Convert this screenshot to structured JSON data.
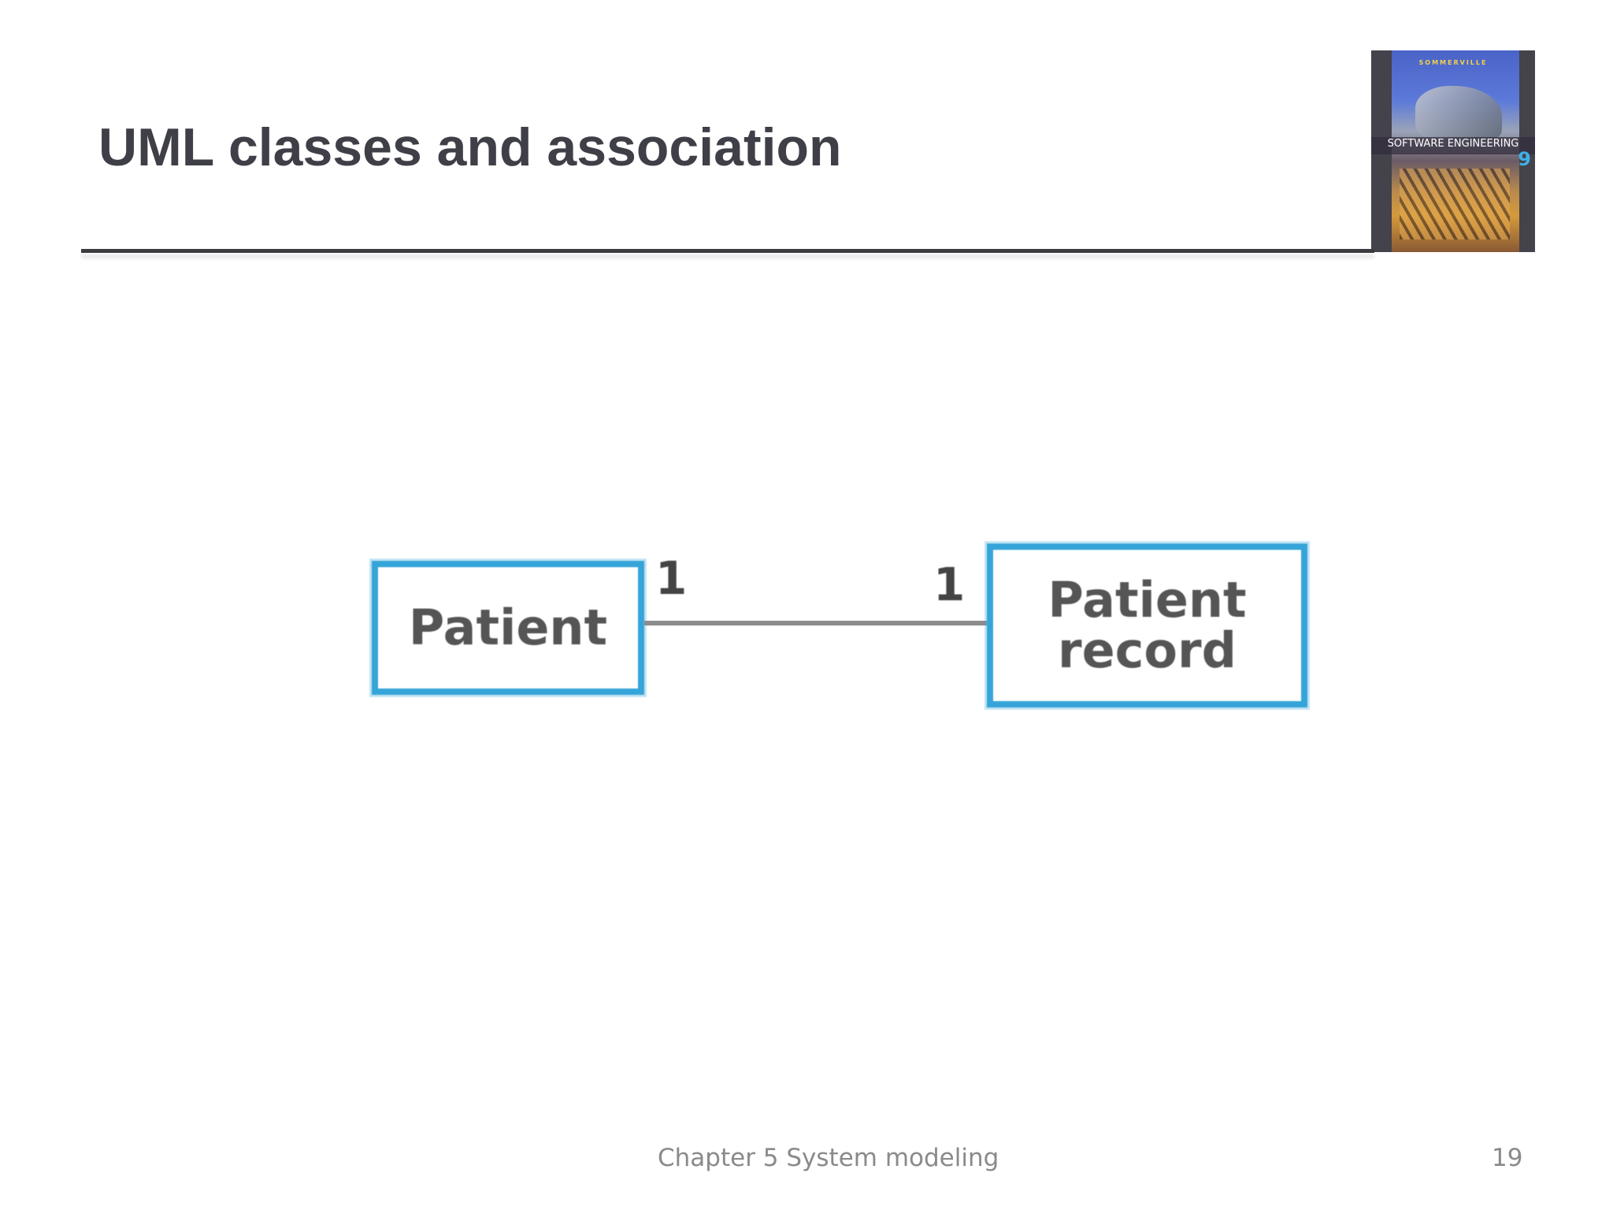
{
  "slide": {
    "title": "UML classes and association"
  },
  "book_cover": {
    "author": "SOMMERVILLE",
    "title": "SOFTWARE ENGINEERING",
    "edition": "9"
  },
  "diagram": {
    "classes": [
      {
        "id": "patient",
        "name": "Patient"
      },
      {
        "id": "patient_record",
        "name": "Patient\nrecord"
      }
    ],
    "association": {
      "from": "Patient",
      "to": "Patient record",
      "multiplicity_from": "1",
      "multiplicity_to": "1"
    }
  },
  "footer": {
    "chapter": "Chapter 5 System modeling",
    "page_number": "19"
  },
  "colors": {
    "title": "#3f3f47",
    "class_border": "#35a4d8",
    "association_line": "#8c8c8c",
    "footer_text": "#8a8a8a"
  }
}
